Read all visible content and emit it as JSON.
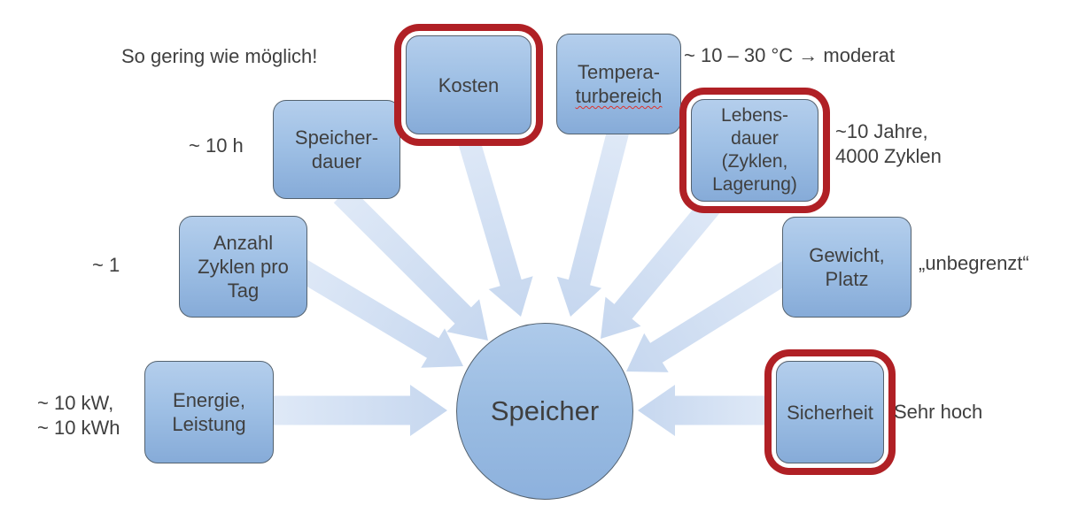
{
  "center": {
    "label": "Speicher"
  },
  "nodes": {
    "speicherdauer": {
      "lines": [
        "Speicher-",
        "dauer"
      ],
      "highlighted": false
    },
    "kosten": {
      "lines": [
        "Kosten"
      ],
      "highlighted": true
    },
    "temperatur": {
      "lines": [
        "Tempera-",
        "turbereich"
      ],
      "highlighted": false
    },
    "lebensdauer": {
      "lines": [
        "Lebens-",
        "dauer",
        "(Zyklen,",
        "Lagerung)"
      ],
      "highlighted": true
    },
    "anzahl": {
      "lines": [
        "Anzahl",
        "Zyklen pro",
        "Tag"
      ],
      "highlighted": false
    },
    "gewicht": {
      "lines": [
        "Gewicht,",
        "Platz"
      ],
      "highlighted": false
    },
    "energie": {
      "lines": [
        "Energie,",
        "Leistung"
      ],
      "highlighted": false
    },
    "sicherheit": {
      "lines": [
        "Sicherheit"
      ],
      "highlighted": true
    }
  },
  "annotations": {
    "kosten": "So gering wie möglich!",
    "speicherdauer": "~ 10 h",
    "anzahl": "~ 1",
    "energie": [
      "~ 10 kW,",
      "~ 10 kWh"
    ],
    "temperatur": "~ 10 – 30 °C → moderat",
    "lebensdauer": [
      "~10 Jahre,",
      "4000 Zyklen"
    ],
    "gewicht": "„unbegrenzt“",
    "sicherheit": "Sehr hoch"
  },
  "colors": {
    "box_top": "#b4ceec",
    "box_bottom": "#86abd8",
    "box_border": "#54626f",
    "highlight_red": "#b02025",
    "arrow_light": "#dfe9f7",
    "arrow_dark": "#c6d7ef",
    "text": "#3f3f3f",
    "misspell_underline": "#e0312b"
  }
}
